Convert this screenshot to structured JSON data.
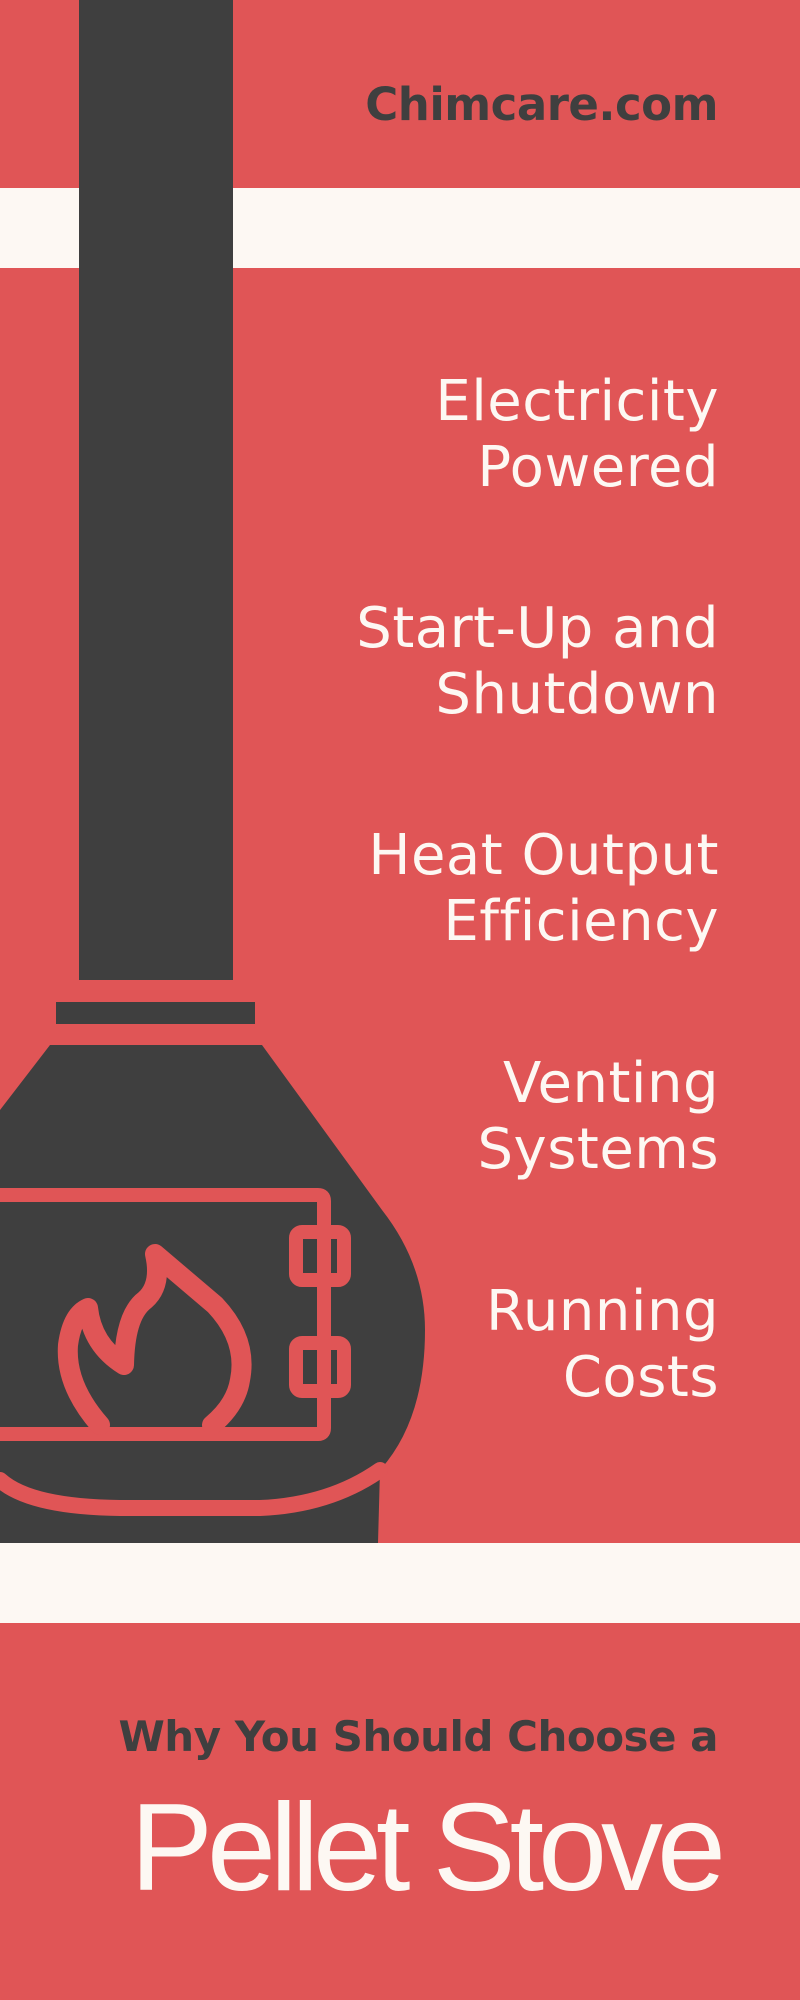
{
  "brand": {
    "site": "Chimcare.com"
  },
  "features": [
    {
      "line1": "Electricity",
      "line2": "Powered"
    },
    {
      "line1": "Start-Up and",
      "line2": "Shutdown"
    },
    {
      "line1": "Heat Output",
      "line2": "Efficiency"
    },
    {
      "line1": "Venting",
      "line2": "Systems"
    },
    {
      "line1": "Running",
      "line2": "Costs"
    }
  ],
  "footer": {
    "subtitle": "Why You Should Choose a",
    "title": "Pellet Stove"
  },
  "illustration": {
    "subject": "pellet stove with chimney pipe",
    "icon": "flame-icon"
  },
  "colors": {
    "background": "#E05556",
    "band": "#FDF8F3",
    "dark": "#3F3F3F",
    "text_light": "#FDF8F3"
  }
}
